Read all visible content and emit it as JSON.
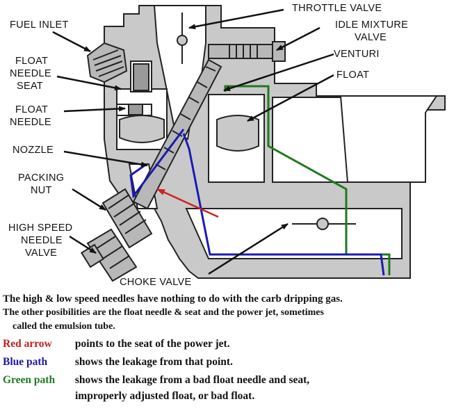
{
  "labels": {
    "fuel_inlet": "FUEL INLET",
    "float_needle_seat": [
      "FLOAT",
      "NEEDLE",
      "SEAT"
    ],
    "float_needle": [
      "FLOAT",
      "NEEDLE"
    ],
    "nozzle": "NOZZLE",
    "packing_nut": [
      "PACKING",
      "NUT"
    ],
    "high_speed_needle_valve": [
      "HIGH SPEED",
      "NEEDLE",
      "VALVE"
    ],
    "throttle_valve": "THROTTLE VALVE",
    "idle_mixture_valve": [
      "IDLE MIXTURE",
      "VALVE"
    ],
    "venturi": "VENTURI",
    "float": "FLOAT",
    "choke_valve": "CHOKE VALVE"
  },
  "caption": {
    "line1": "The high & low speed needles have nothing to do with the carb dripping gas.",
    "line2": "The other posibilities are the float needle & seat and the power jet, sometimes",
    "line3": "called the emulsion tube."
  },
  "legend": {
    "red": {
      "key": "Red arrow",
      "text": "points to the seat of the power jet."
    },
    "blue": {
      "key": "Blue path",
      "text": "shows the leakage from that point."
    },
    "green": {
      "key": "Green path",
      "text": "shows the leakage from a bad float needle and seat,",
      "text2": "improperly adjusted float, or bad float."
    }
  },
  "colors": {
    "body_fill": "#c9c9c9",
    "body_stroke": "#222222",
    "red": "#d02020",
    "blue": "#1a1ab4",
    "green": "#1f7a1f"
  }
}
